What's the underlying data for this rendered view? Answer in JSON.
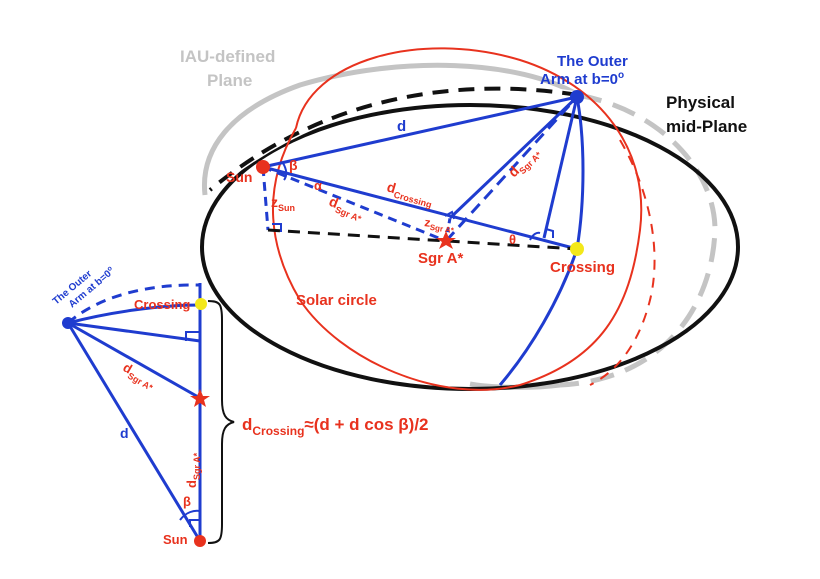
{
  "colors": {
    "blue": "#1f3ccf",
    "red": "#e8321e",
    "black": "#111111",
    "grey": "#c4c4c4",
    "yellow": "#f3e81a"
  },
  "labels": {
    "iau_plane_1": "IAU-defined",
    "iau_plane_2": "Plane",
    "outer_arm_1": "The Outer",
    "outer_arm_2": "Arm at b=0",
    "outer_arm_sup": "o",
    "physical_1": "Physical",
    "physical_2": "mid-Plane",
    "sun": "Sun",
    "beta": "β",
    "alpha": "α",
    "d": "d",
    "z_sun": "z",
    "z_sun_sub": "Sun",
    "d_sgr": "d",
    "d_sgr_sub": "Sgr A*",
    "d_crossing": "d",
    "d_crossing_sub": "Crossing",
    "z_sgr": "z",
    "z_sgr_sub": "Sgr A*",
    "theta": "θ",
    "sgr_a": "Sgr A*",
    "crossing": "Crossing",
    "solar_circle": "Solar circle"
  },
  "inset": {
    "outer_arm_1": "The Outer",
    "outer_arm_2": "Arm at b=0",
    "outer_arm_sup": "o",
    "crossing": "Crossing",
    "d_sgr": "d",
    "d_sgr_sub": "Sgr A*",
    "d": "d",
    "d_sgr_vertical": "d",
    "d_sgr_vertical_sub": "Sgr A*",
    "beta": "β",
    "sun": "Sun",
    "formula_d": "d",
    "formula_sub": "Crossing",
    "formula_rest": "≈(d + d cos β)/2"
  }
}
